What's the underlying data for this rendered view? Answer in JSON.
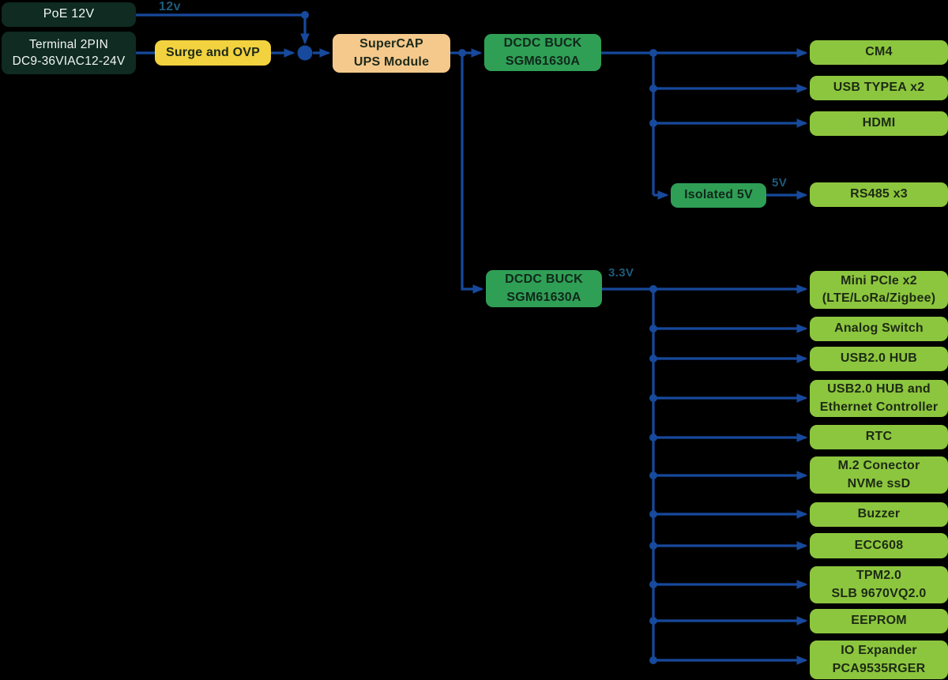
{
  "diagram_type": "power-distribution-block-diagram",
  "colors": {
    "background": "#000000",
    "wire": "#17499c",
    "wire_label_text": "#1d5b7c",
    "source_box": "#0f2b22",
    "source_box_text": "#f2f6f3",
    "protection_box": "#f2d23e",
    "ups_box": "#f5c98c",
    "regulator_box": "#2f9f55",
    "peripheral_box": "#8cc63e",
    "box_text": "#1d2a1a"
  },
  "nodes": {
    "poe": {
      "label": "PoE 12V"
    },
    "terminal": {
      "label": "Terminal 2PIN\nDC9-36VIAC12-24V"
    },
    "surge": {
      "label": "Surge and OVP"
    },
    "supercap": {
      "label": "SuperCAP\nUPS Module"
    },
    "dcdc_buck_top": {
      "label": "DCDC BUCK\nSGM61630A"
    },
    "dcdc_buck_bottom": {
      "label": "DCDC BUCK\nSGM61630A"
    },
    "isolated_5v": {
      "label": "Isolated 5V"
    },
    "cm4": {
      "label": "CM4"
    },
    "usb_typea": {
      "label": "USB TYPEA x2"
    },
    "hdmi": {
      "label": "HDMI"
    },
    "rs485": {
      "label": "RS485 x3"
    },
    "mini_pcie": {
      "label": "Mini PCIe x2\n(LTE/LoRa/Zigbee)"
    },
    "analog_switch": {
      "label": "Analog Switch"
    },
    "usb2_hub": {
      "label": "USB2.0 HUB"
    },
    "usb2_hub_eth": {
      "label": "USB2.0 HUB and\nEthernet Controller"
    },
    "rtc": {
      "label": "RTC"
    },
    "m2_nvme": {
      "label": "M.2 Conector\nNVMe ssD"
    },
    "buzzer": {
      "label": "Buzzer"
    },
    "ecc608": {
      "label": "ECC608"
    },
    "tpm": {
      "label": "TPM2.0\nSLB 9670VQ2.0"
    },
    "eeprom": {
      "label": "EEPROM"
    },
    "io_expander": {
      "label": "IO Expander\nPCA9535RGER"
    }
  },
  "wire_labels": {
    "poe_output": "12v",
    "dcdc_bottom_output": "3.3V",
    "isolated_output": "5V"
  }
}
